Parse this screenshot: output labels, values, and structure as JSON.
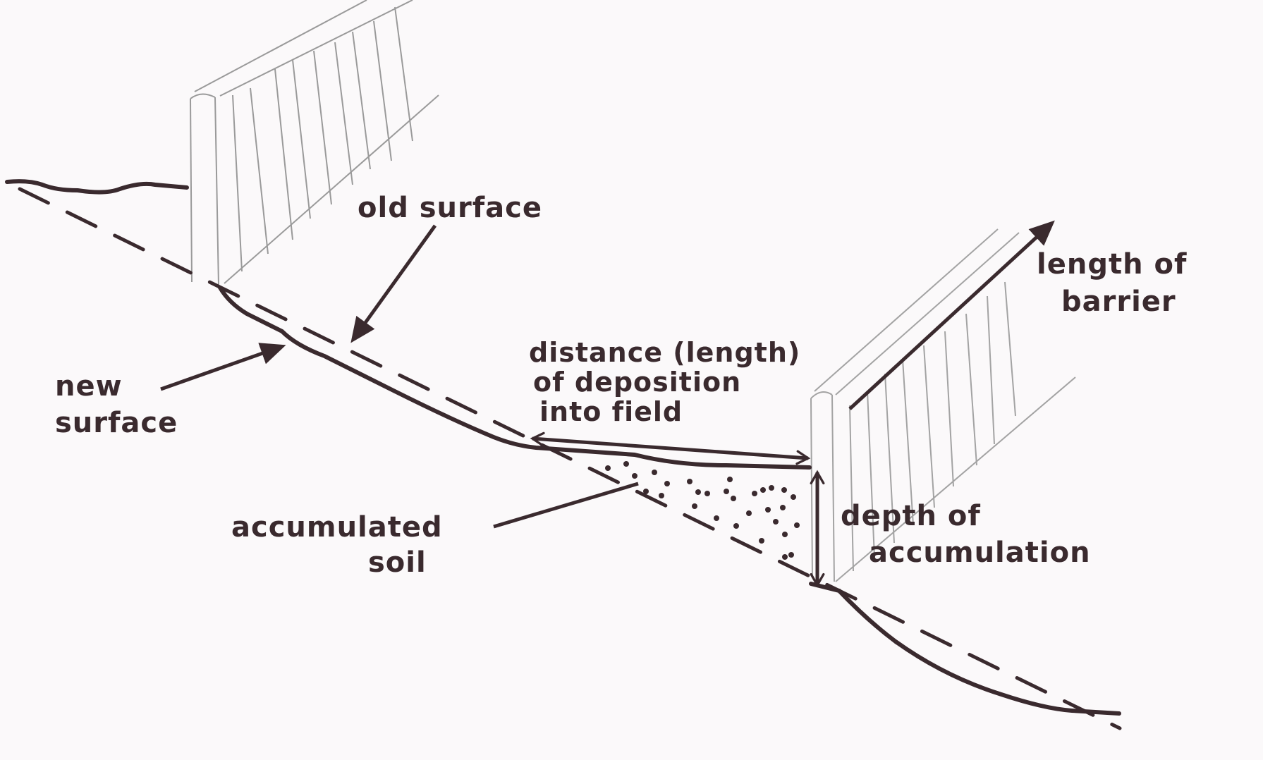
{
  "diagram": {
    "title": "",
    "type": "soil deposition behind field barrier (cross-section sketch)",
    "colors": {
      "ink": "#3a2a2e",
      "pencil": "#9a9a9a",
      "paper": "#fbf9fa"
    },
    "labels": {
      "old_surface": "old surface",
      "new_surface_line1": "new",
      "new_surface_line2": "surface",
      "distance_line1": "distance (length)",
      "distance_line2": "of deposition",
      "distance_line3": "into field",
      "accumulated_line1": "accumulated",
      "accumulated_line2": "soil",
      "depth_line1": "depth of",
      "depth_line2": "accumulation",
      "length_line1": "length of",
      "length_line2": "barrier"
    },
    "elements": [
      {
        "id": "old-surface",
        "style": "dashed line",
        "label": "old surface"
      },
      {
        "id": "new-surface",
        "style": "solid line",
        "label": "new surface"
      },
      {
        "id": "upslope-barrier",
        "style": "pencil sketch"
      },
      {
        "id": "downslope-barrier",
        "style": "pencil sketch"
      },
      {
        "id": "accumulated-soil",
        "style": "stippled wedge",
        "label": "accumulated soil"
      },
      {
        "id": "distance-arrow",
        "style": "double-headed arrow",
        "label": "distance (length) of deposition into field"
      },
      {
        "id": "depth-arrow",
        "style": "double-headed arrow",
        "label": "depth of accumulation"
      },
      {
        "id": "length-arrow",
        "style": "single-headed arrow",
        "label": "length of barrier"
      }
    ]
  }
}
